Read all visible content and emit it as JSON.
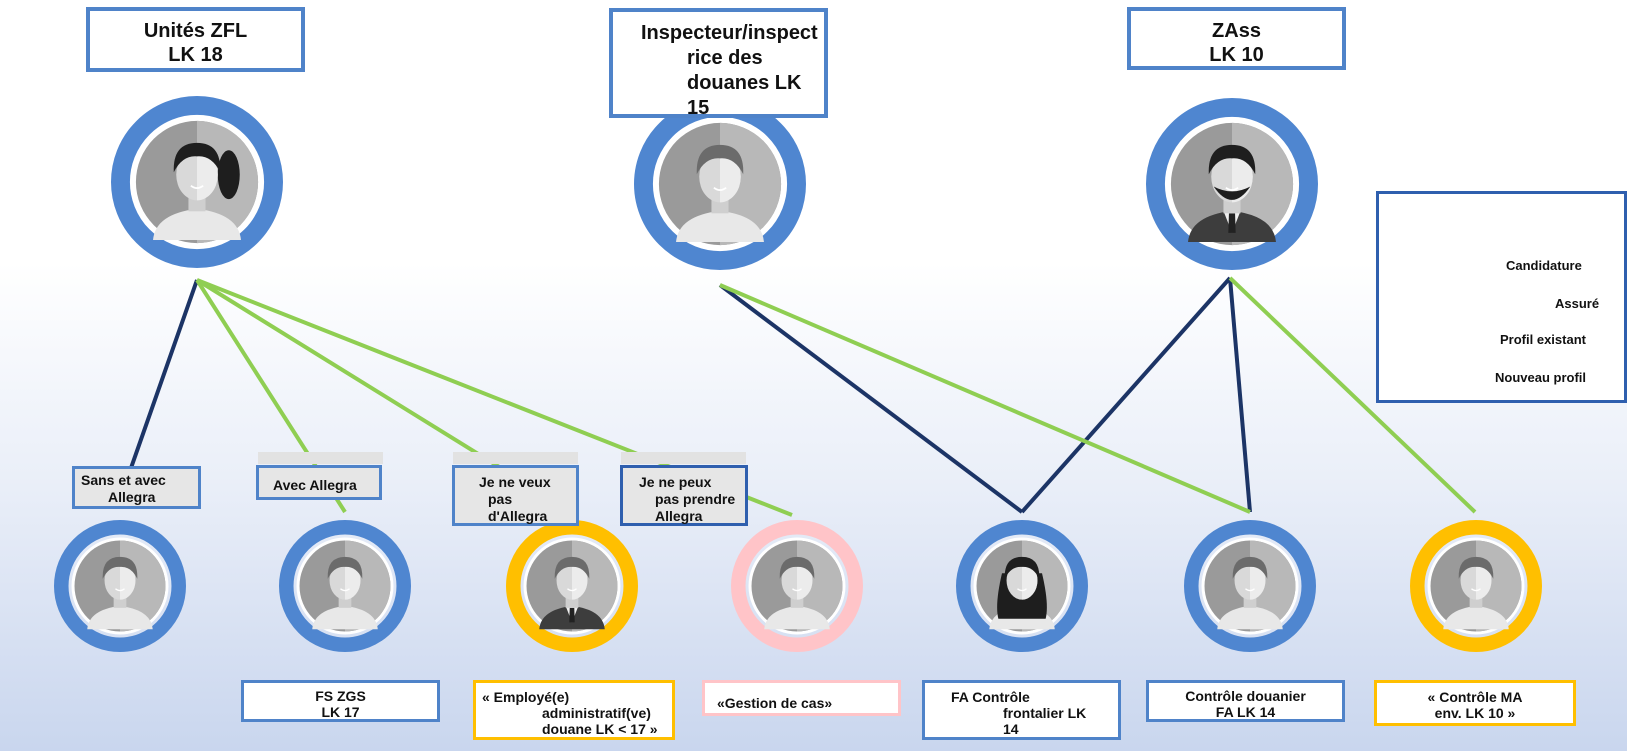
{
  "top_nodes": [
    {
      "id": "zfl",
      "lines": [
        "Unités ZFL",
        "LK 18"
      ],
      "ring": "#4f86d0",
      "avatar": "woman-ponytail"
    },
    {
      "id": "insp",
      "lines": [
        "Inspecteur/inspect",
        "rice des",
        "douanes LK",
        "15"
      ],
      "ring": "#4f86d0",
      "avatar": "man"
    },
    {
      "id": "zass",
      "lines": [
        "ZAss",
        "LK 10"
      ],
      "ring": "#4f86d0",
      "avatar": "man-beard"
    }
  ],
  "branch_labels": [
    {
      "lines": [
        "Sans et avec",
        "Allegra"
      ]
    },
    {
      "lines": [
        "Avec Allegra"
      ]
    },
    {
      "lines": [
        "Je ne veux",
        "pas",
        "d'Allegra"
      ]
    },
    {
      "lines": [
        "Je ne peux",
        "pas prendre",
        "Allegra"
      ]
    }
  ],
  "bottom_nodes": [
    {
      "ring": "#4f86d0",
      "avatar": "man",
      "lines": []
    },
    {
      "ring": "#4f86d0",
      "avatar": "woman",
      "lines": [
        "FS ZGS",
        "LK 17"
      ]
    },
    {
      "ring": "#ffbf00",
      "avatar": "man-suit",
      "lines": [
        "« Employé(e)",
        "administratif(ve)",
        "douane LK < 17 »"
      ]
    },
    {
      "ring": "#ffc4c8",
      "avatar": "man",
      "lines": [
        "«Gestion de cas»"
      ]
    },
    {
      "ring": "#4f86d0",
      "avatar": "woman-long",
      "lines": [
        "FA Contrôle",
        "frontalier LK",
        "14"
      ]
    },
    {
      "ring": "#4f86d0",
      "avatar": "man",
      "lines": [
        "Contrôle douanier",
        "FA LK 14"
      ]
    },
    {
      "ring": "#ffbf00",
      "avatar": "woman",
      "lines": [
        "« Contrôle MA",
        "env. LK 10 »"
      ]
    }
  ],
  "legend": {
    "candidature": "Candidature",
    "assure": "Assuré",
    "profil_existant": "Profil existant",
    "nouveau_profil": "Nouveau profil"
  },
  "colors": {
    "dark_line": "#1c3466",
    "green_line": "#8fce52",
    "blue_ring": "#4f86d0",
    "yellow_ring": "#ffbf00",
    "pink_ring": "#ffc4c8",
    "box_border": "#4f83c9"
  }
}
